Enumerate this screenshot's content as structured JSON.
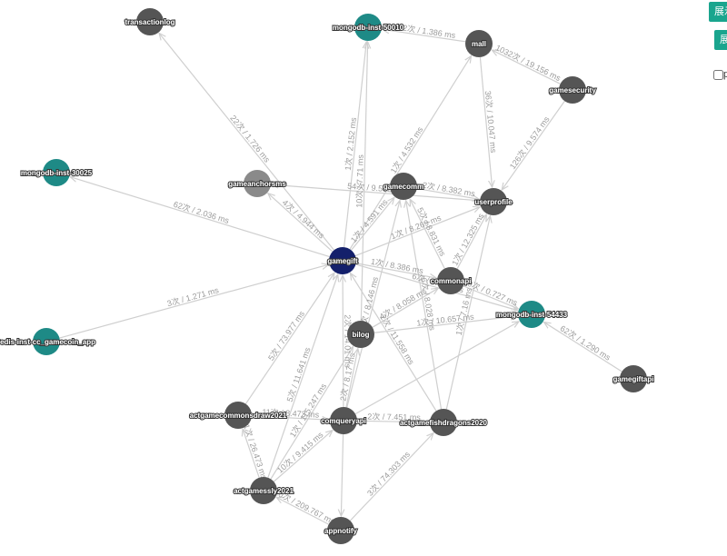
{
  "colors": {
    "normal": "#555555",
    "db": "#1e8a86",
    "highlight": "#14206b",
    "faded": "#8a8a8a",
    "edge": "#cfcfcf"
  },
  "side_panel": {
    "button1_label": "展示",
    "button2_label": "展示",
    "checkbox_label": "p"
  },
  "graph": {
    "nodes": [
      {
        "id": "transactionlog",
        "label": "transactionlog",
        "kind": "normal"
      },
      {
        "id": "mongo50010",
        "label": "mongodb-inst-50010",
        "kind": "db"
      },
      {
        "id": "mall",
        "label": "mall",
        "kind": "normal"
      },
      {
        "id": "gamesecurity",
        "label": "gamesecurity",
        "kind": "normal"
      },
      {
        "id": "mongo30025",
        "label": "mongodb-inst-30025",
        "kind": "db"
      },
      {
        "id": "gameanchor",
        "label": "gameanchorsms",
        "kind": "faded"
      },
      {
        "id": "gamecomm",
        "label": "gamecomm",
        "kind": "normal"
      },
      {
        "id": "userprofile",
        "label": "userprofile",
        "kind": "normal"
      },
      {
        "id": "gamegift",
        "label": "gamegift",
        "kind": "highlight"
      },
      {
        "id": "commonapi",
        "label": "commonapi",
        "kind": "normal"
      },
      {
        "id": "mongo54433",
        "label": "mongodb-inst-54433",
        "kind": "db"
      },
      {
        "id": "redis",
        "label": "redis-inst-cc_gamecoin_app",
        "kind": "db"
      },
      {
        "id": "bilog",
        "label": "bilog",
        "kind": "normal"
      },
      {
        "id": "gamegiftapi",
        "label": "gamegiftapi",
        "kind": "normal"
      },
      {
        "id": "draw",
        "label": "actgamecommonsdraw2021",
        "kind": "normal"
      },
      {
        "id": "comquery",
        "label": "comqueryapi",
        "kind": "normal"
      },
      {
        "id": "fishdragon",
        "label": "actgamefishdragons2020",
        "kind": "normal"
      },
      {
        "id": "gamessly",
        "label": "actgamessly2021",
        "kind": "normal"
      },
      {
        "id": "appnotify",
        "label": "appnotify",
        "kind": "normal"
      }
    ],
    "edges": [
      {
        "from": "gamegift",
        "to": "transactionlog",
        "label": "22次 / 1.726 ms"
      },
      {
        "from": "gamegift",
        "to": "mongo50010",
        "label": "1次 / 2.152 ms"
      },
      {
        "from": "mall",
        "to": "mongo50010",
        "label": "452次 / 1.386 ms"
      },
      {
        "from": "gamesecurity",
        "to": "mall",
        "label": "1032次 / 19.156 ms"
      },
      {
        "from": "gamegift",
        "to": "mongo30025",
        "label": "62次 / 2.036 ms"
      },
      {
        "from": "gamegift",
        "to": "gameanchor",
        "label": "4次 / 4.944 ms"
      },
      {
        "from": "userprofile",
        "to": "gameanchor",
        "label": "54次 / 9.582 ms"
      },
      {
        "from": "bilog",
        "to": "mongo50010",
        "label": "10次 / 7.71 ms"
      },
      {
        "from": "gamegift",
        "to": "mall",
        "label": "1次 / 4.532 ms"
      },
      {
        "from": "mall",
        "to": "userprofile",
        "label": "36次 / 10.047 ms"
      },
      {
        "from": "gamesecurity",
        "to": "userprofile",
        "label": "126次 / 9.574 ms"
      },
      {
        "from": "gamegift",
        "to": "userprofile",
        "label": "1次 / 8.269 ms"
      },
      {
        "from": "gamegift",
        "to": "gamecomm",
        "label": "1次 / 4.591 ms"
      },
      {
        "from": "gamecomm",
        "to": "userprofile",
        "label": "2次 / 8.382 ms"
      },
      {
        "from": "redis",
        "to": "gamegift",
        "label": "3次 / 1.271 ms"
      },
      {
        "from": "gamegift",
        "to": "commonapi",
        "label": "1次 / 8.386 ms"
      },
      {
        "from": "commonapi",
        "to": "mongo54433",
        "label": "0次 / 0.727 ms"
      },
      {
        "from": "gamegift",
        "to": "mongo54433",
        "label": "6次 / 8.345 ms"
      },
      {
        "from": "bilog",
        "to": "mongo54433",
        "label": "1次 / 10.657 ms"
      },
      {
        "from": "gamegiftapi",
        "to": "mongo54433",
        "label": "62次 / 1.290 ms"
      },
      {
        "from": "draw",
        "to": "gamegift",
        "label": "5次 / 73.977 ms"
      },
      {
        "from": "gamessly",
        "to": "gamegift",
        "label": "5次 / 11.641 ms"
      },
      {
        "from": "comquery",
        "to": "gamegift",
        "label": "2次 / 14.01 ms"
      },
      {
        "from": "comquery",
        "to": "gamecomm",
        "label": "1次 / 8.146 ms"
      },
      {
        "from": "fishdragon",
        "to": "gamegift",
        "label": "2次 / 11.558 ms"
      },
      {
        "from": "fishdragon",
        "to": "gamecomm",
        "label": "6次 / 8.028 ms"
      },
      {
        "from": "fishdragon",
        "to": "userprofile",
        "label": "1次 / 7.16 ms"
      },
      {
        "from": "comquery",
        "to": "bilog",
        "label": "2次 / 8.17 ms"
      },
      {
        "from": "gamessly",
        "to": "draw",
        "label": "1次 / 26.473 ms"
      },
      {
        "from": "draw",
        "to": "comquery",
        "label": "11次 / 8.473 ms"
      },
      {
        "from": "gamessly",
        "to": "comquery",
        "label": "10次 / 9.415 ms"
      },
      {
        "from": "gamessly",
        "to": "bilog",
        "label": "1次 / 115.247 ms"
      },
      {
        "from": "appnotify",
        "to": "gamessly",
        "label": "10次 / 209.767 ms"
      },
      {
        "from": "appnotify",
        "to": "fishdragon",
        "label": "3次 / 74.303 ms"
      },
      {
        "from": "comquery",
        "to": "appnotify",
        "label": ""
      },
      {
        "from": "fishdragon",
        "to": "comquery",
        "label": "2次 / 7.451 ms"
      },
      {
        "from": "commonapi",
        "to": "gamecomm",
        "label": "5次 / 8.831 ms"
      },
      {
        "from": "commonapi",
        "to": "userprofile",
        "label": "1次 / 12.325 ms"
      },
      {
        "from": "bilog",
        "to": "commonapi",
        "label": "4次 / 8.058 ms"
      },
      {
        "from": "comquery",
        "to": "mongo54433",
        "label": ""
      }
    ]
  }
}
